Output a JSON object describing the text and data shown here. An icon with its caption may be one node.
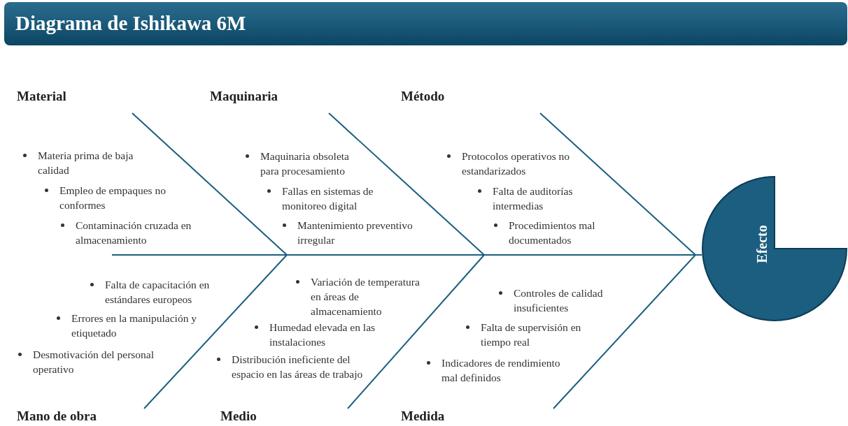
{
  "diagram": {
    "title": "Diagrama de Ishikawa 6M",
    "nodes": [
      {
        "text": [
          "Material"
        ]
      },
      {
        "text": [
          "Maquinaria"
        ]
      },
      {
        "text": [
          "Método"
        ]
      },
      {
        "text": [
          "Mano de obra"
        ]
      },
      {
        "text": [
          "Medio"
        ]
      },
      {
        "text": [
          "Medida"
        ]
      },
      {
        "text": [
          "Efecto"
        ]
      }
    ],
    "edges": [
      {
        "from": null,
        "to": 6,
        "arrow": "none"
      }
    ],
    "labels": [
      "Materia prima de baja calidad",
      "Empleo de empaques no conformes",
      "Contaminación cruzada en almacenamiento",
      "Maquinaria obsoleta para procesamiento",
      "Fallas en sistemas de monitoreo digital",
      "Mantenimiento preventivo irregular",
      "Protocolos operativos no estandarizados",
      "Falta de auditorías intermedias",
      "Procedimientos mal documentados",
      "Falta de capacitación en estándares europeos",
      "Errores en la manipulación y etiquetado",
      "Desmotivación del personal operativo",
      "Variación de temperatura en áreas de almacenamiento",
      "Humedad elevada en las instalaciones",
      "Distribución ineficiente del espacio en las áreas de trabajo",
      "Controles de calidad insuficientes",
      "Falta de supervisión en tiempo real",
      "Indicadores de rendimiento mal definidos"
    ]
  }
}
